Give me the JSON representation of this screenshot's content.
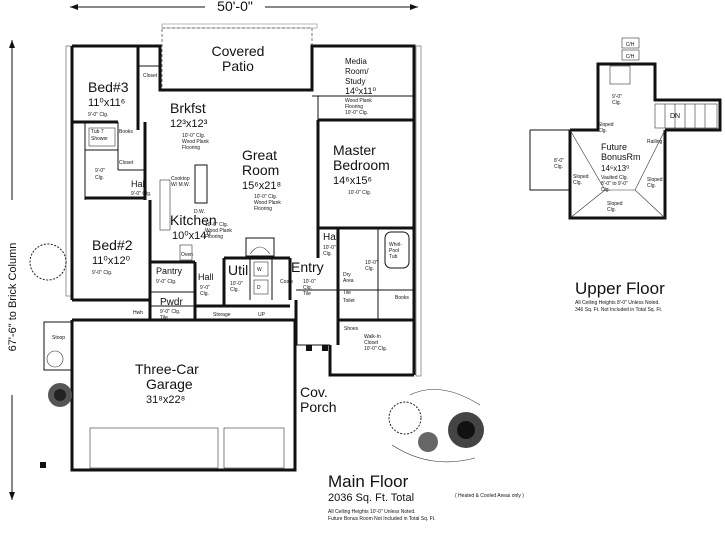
{
  "dimensions": {
    "width_total": "50'-0\"",
    "depth_total": "67'-6\" to Brick Column"
  },
  "main_floor": {
    "title": "Main Floor",
    "area": "2036 Sq. Ft. Total",
    "area_note": "( Heated & Cooled Areas only )",
    "note_line1": "All Ceiling Heights 10'-0\" Unless Noted.",
    "note_line2": "Future Bonus Room Not Included in Total Sq. Ft."
  },
  "upper_floor": {
    "title": "Upper Floor",
    "note_line1": "All Ceiling Heights 8'-0\" Unless Noted.",
    "note_line2": "346 Sq. Ft. Not Included in Total Sq. Ft."
  },
  "rooms": {
    "covered_patio": {
      "line1": "Covered",
      "line2": "Patio"
    },
    "media": {
      "line1": "Media",
      "line2": "Room/",
      "line3": "Study",
      "size": "14⁰x11⁰",
      "n1": "Wood Plank",
      "n2": "Flooring",
      "n3": "10'-0\" Clg."
    },
    "bed3": {
      "name": "Bed#3",
      "size": "11⁰x11⁶",
      "clg": "9'-0\" Clg."
    },
    "closet_b3": "Closet",
    "brkfst": {
      "name": "Brkfst",
      "size": "12³x12³",
      "n1": "10'-0\" Clg.",
      "n2": "Wood Plank",
      "n3": "Flooring"
    },
    "great_room": {
      "line1": "Great",
      "line2": "Room",
      "size": "15⁶x21⁸",
      "n1": "10'-0\" Clg.",
      "n2": "Wood Plank",
      "n3": "Flooring"
    },
    "master": {
      "line1": "Master",
      "line2": "Bedroom",
      "size": "14⁶x15⁶",
      "clg": "10'-0\" Clg."
    },
    "tub_shower": {
      "line1": "Tub 7",
      "line2": "Shower"
    },
    "books1": "Books",
    "books2": "Books",
    "closet_hall": "Closet",
    "hall_left": {
      "name": "Hall",
      "clg": "9'-0\" Clg."
    },
    "bath_left": {
      "clg1": "9'-0\"",
      "clg2": "Clg."
    },
    "cooktop": {
      "line1": "Cooktop",
      "line2": "W/ M.W."
    },
    "dw": "D.W.",
    "kitchen": {
      "name": "Kitchen",
      "size": "10⁰x14⁰",
      "n1": "10'-0\" Clg.",
      "n2": "Wood Plank",
      "n3": "Flooring"
    },
    "oven": "Oven",
    "bed2": {
      "name": "Bed#2",
      "size": "11⁰x12⁰",
      "clg": "9'-0\" Clg."
    },
    "pantry": {
      "name": "Pantry",
      "clg": "9'-0\" Clg."
    },
    "hall_mid": {
      "name": "Hall",
      "clg1": "9'-0\"",
      "clg2": "Clg."
    },
    "util": {
      "name": "Util",
      "clg1": "10'-0\"",
      "clg2": "Clg.",
      "w": "W",
      "d": "D"
    },
    "pwdr": {
      "name": "Pwdr",
      "clg1": "9'-0\" Clg.",
      "clg2": "Tile"
    },
    "hall_master": {
      "name": "Hall",
      "clg": "10'-0\"",
      "clg2": "Clg."
    },
    "entry": {
      "name": "Entry",
      "clg1": "10'-0\"",
      "clg2": "Clg.",
      "clg3": "Tile"
    },
    "coats": "Coats",
    "whirlpool": {
      "line1": "Whirl-",
      "line2": "Pool",
      "line3": "Tub"
    },
    "dry_area": {
      "line1": "Dry",
      "line2": "Area"
    },
    "tile": "Tile",
    "toilet": "Toilet",
    "mbath_clg": {
      "l1": "10'-0\"",
      "l2": "Clg."
    },
    "shoes": "Shoes",
    "walkin": {
      "line1": "Walk-In",
      "line2": "Closet",
      "line3": "10'-0\" Clg."
    },
    "storage": "Storage",
    "up": "UP",
    "hwh": "Hwh",
    "stoop": "Stoop",
    "garage": {
      "line1": "Three-Car",
      "line2": "Garage",
      "size": "31⁸x22⁸"
    },
    "cov_porch": {
      "line1": "Cov.",
      "line2": "Porch"
    }
  },
  "upper": {
    "ch1": "C/H",
    "ch2": "C/H",
    "dn": "DN",
    "clg_top": {
      "l1": "9'-0\"",
      "l2": "Clg."
    },
    "sloped_clg_top": {
      "l1": "Sloped",
      "l2": "Clg."
    },
    "bonus": {
      "line1": "Future",
      "line2": "BonusRm",
      "size": "14⁶x13⁰",
      "n1": "Vaulted Clg.",
      "n2": "8'-0\" to 9'-0\"",
      "n3": "Clg."
    },
    "railing": "Railing",
    "left_clg": {
      "l1": "8'-0\"",
      "l2": "Clg."
    },
    "left_sloped": {
      "l1": "Sloped",
      "l2": "Clg."
    },
    "right_sloped": {
      "l1": "Sloped",
      "l2": "Clg."
    },
    "bottom_sloped": {
      "l1": "Sloped",
      "l2": "Clg."
    }
  }
}
